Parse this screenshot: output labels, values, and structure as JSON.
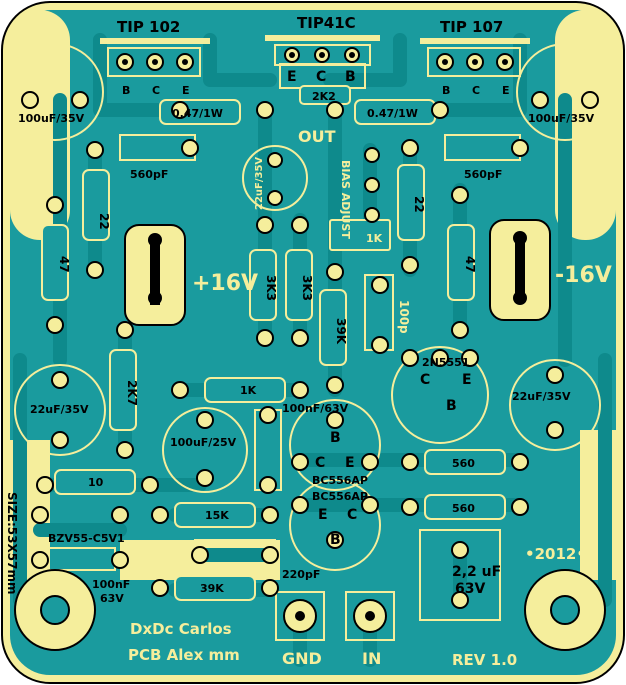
{
  "colors": {
    "board": "#1a9b9e",
    "copper": "#f5ee9c",
    "trace": "#0e8a8c",
    "outline": "#000000"
  },
  "components": {
    "tip102": "TIP 102",
    "tip41c": "TIP41C",
    "tip107": "TIP 107",
    "tip102_pins": [
      "B",
      "C",
      "E"
    ],
    "tip41c_pins": [
      "E",
      "C",
      "B"
    ],
    "tip107_pins": [
      "B",
      "C",
      "E"
    ],
    "r_047_left": "0.47/1W",
    "r_047_right": "0.47/1W",
    "r_2k2": "2K2",
    "out": "OUT",
    "bias_adjust": "BIAS ADJUST",
    "r_1k_bias": "1K",
    "cap_100uf_left": "100uF/35V",
    "cap_100uf_right": "100uF/35V",
    "cap_560pf_left": "560pF",
    "cap_560pf_right": "560pF",
    "cap_22uf_top": "22uF/35V",
    "r_22_left": "22",
    "r_22_right": "22",
    "r_47_left": "47",
    "r_47_right": "47",
    "pos_supply": "+16V",
    "neg_supply": "-16V",
    "r_3k3_a": "3K3",
    "r_3k3_b": "3K3",
    "r_39k_vert": "39K",
    "cap_100p": "100p",
    "q_2n5551": "2N5551",
    "q_2n5551_pins": [
      "C",
      "E",
      "B"
    ],
    "cap_22uf_left": "22uF/35V",
    "cap_22uf_right": "22uF/35V",
    "r_2k7": "2K7",
    "r_1k_mid": "1K",
    "cap_100uf_25v": "100uF/25V",
    "cap_100nf_63v_mid": "100nF/63V",
    "q_bc556_top": "BC556AP",
    "q_bc556_top_pins": [
      "B",
      "C",
      "E"
    ],
    "q_bc556_bottom": "BC556AP",
    "q_bc556_bottom_pins": [
      "E",
      "C",
      "B"
    ],
    "r_560_a": "560",
    "r_560_b": "560",
    "r_10": "10",
    "r_15k": "15K",
    "zener": "BZV55-C5V1",
    "cap_100nf_63v_bottom_a": "100nF",
    "cap_100nf_63v_bottom_b": "63V",
    "r_39k_bottom": "39K",
    "cap_220pf": "220pF",
    "cap_2u2_a": "2,2 uF",
    "cap_2u2_b": "63V",
    "year": "•2012•",
    "credit_1": "DxDc Carlos",
    "credit_2": "PCB Alex mm",
    "gnd": "GND",
    "in": "IN",
    "rev": "REV 1.0",
    "size": "SIZE:53X57mm"
  }
}
